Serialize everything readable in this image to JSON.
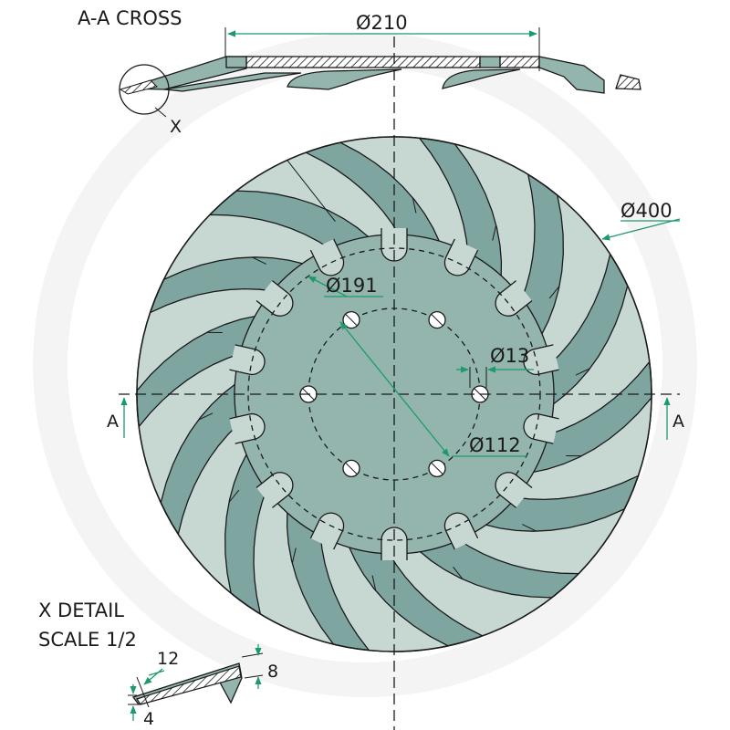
{
  "title": "A-A CROSS",
  "section_label": "A",
  "detail_marker": "X",
  "detail_title": "X DETAIL",
  "detail_scale": "SCALE 1/2",
  "dimensions": {
    "hub_width": "Ø210",
    "outer_diameter": "Ø400",
    "bolt_circle_outer": "Ø191",
    "hole_diameter": "Ø13",
    "bolt_circle_inner": "Ø112",
    "detail_length": "12",
    "detail_thickness": "8",
    "detail_edge": "4"
  },
  "colors": {
    "blade_dark": "#7ea59f",
    "blade_light": "#c7d8d3",
    "hub": "#93b5ae",
    "dimension": "#1e9a6a",
    "ink": "#1a1a1a",
    "watermark": "#f4f4f4"
  },
  "blade_count": 14,
  "bolt_hole_count": 6
}
